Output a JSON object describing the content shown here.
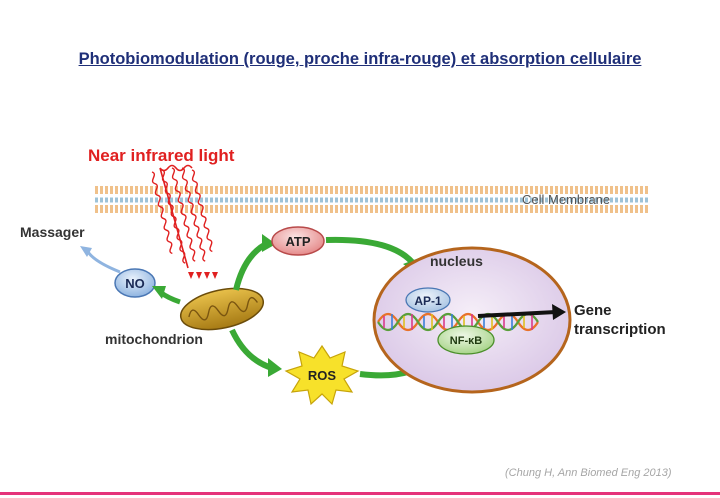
{
  "slide": {
    "title": "Photobiomodulation (rouge, proche infra-rouge) et absorption cellulaire",
    "citation": "(Chung H, Ann Biomed Eng 2013)"
  },
  "diagram": {
    "light_label": "Near infrared light",
    "membrane_label": "Cell Membrane",
    "massager_label": "Massager",
    "no_label": "NO",
    "mitochondrion_label": "mitochondrion",
    "atp_label": "ATP",
    "ros_label": "ROS",
    "nucleus_label": "nucleus",
    "ap1_label": "AP-1",
    "nfkb_label": "NF-κB",
    "gene_label_line1": "Gene",
    "gene_label_line2": "transcription"
  },
  "colors": {
    "title": "#1f2f78",
    "light_red": "#e02020",
    "arrow_green": "#3aa935",
    "nucleus_rim": "#b5651d",
    "nucleus_fill": "#eadcf0",
    "accent_line": "#e5337a"
  }
}
